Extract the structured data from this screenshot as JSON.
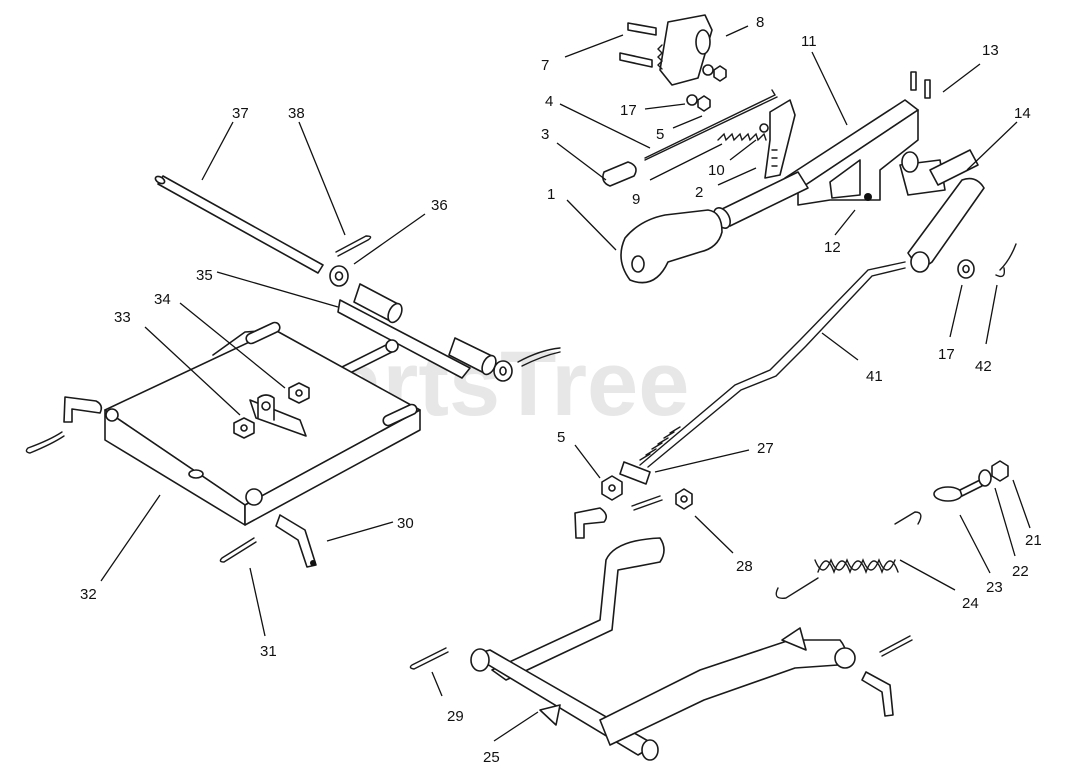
{
  "watermark": "PartsTree",
  "callouts": [
    {
      "id": "1",
      "label": "1"
    },
    {
      "id": "2",
      "label": "2"
    },
    {
      "id": "3",
      "label": "3"
    },
    {
      "id": "4",
      "label": "4"
    },
    {
      "id": "5a",
      "label": "5"
    },
    {
      "id": "5b",
      "label": "5"
    },
    {
      "id": "7",
      "label": "7"
    },
    {
      "id": "8",
      "label": "8"
    },
    {
      "id": "9",
      "label": "9"
    },
    {
      "id": "10",
      "label": "10"
    },
    {
      "id": "11",
      "label": "11"
    },
    {
      "id": "12",
      "label": "12"
    },
    {
      "id": "13",
      "label": "13"
    },
    {
      "id": "14",
      "label": "14"
    },
    {
      "id": "17a",
      "label": "17"
    },
    {
      "id": "17b",
      "label": "17"
    },
    {
      "id": "21",
      "label": "21"
    },
    {
      "id": "22",
      "label": "22"
    },
    {
      "id": "23",
      "label": "23"
    },
    {
      "id": "24",
      "label": "24"
    },
    {
      "id": "25",
      "label": "25"
    },
    {
      "id": "27",
      "label": "27"
    },
    {
      "id": "28",
      "label": "28"
    },
    {
      "id": "29",
      "label": "29"
    },
    {
      "id": "30",
      "label": "30"
    },
    {
      "id": "31",
      "label": "31"
    },
    {
      "id": "32",
      "label": "32"
    },
    {
      "id": "33",
      "label": "33"
    },
    {
      "id": "34",
      "label": "34"
    },
    {
      "id": "35",
      "label": "35"
    },
    {
      "id": "36",
      "label": "36"
    },
    {
      "id": "37",
      "label": "37"
    },
    {
      "id": "38",
      "label": "38"
    },
    {
      "id": "41",
      "label": "41"
    },
    {
      "id": "42",
      "label": "42"
    }
  ]
}
